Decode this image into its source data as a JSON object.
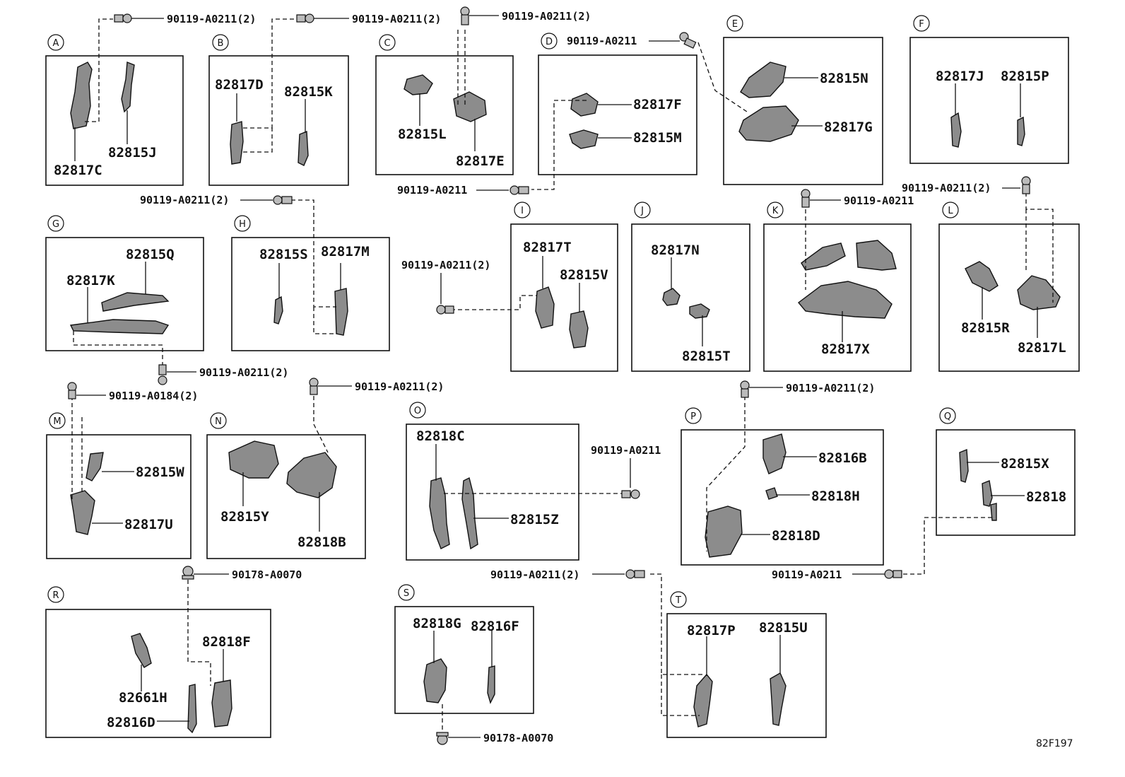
{
  "diagram_code": "82F197",
  "sections": {
    "A": {
      "letter": "A",
      "parts": [
        "82817C",
        "82815J"
      ]
    },
    "B": {
      "letter": "B",
      "parts": [
        "82817D",
        "82815K"
      ]
    },
    "C": {
      "letter": "C",
      "parts": [
        "82815L",
        "82817E"
      ]
    },
    "D": {
      "letter": "D",
      "parts": [
        "82817F",
        "82815M"
      ]
    },
    "E": {
      "letter": "E",
      "parts": [
        "82815N",
        "82817G"
      ]
    },
    "F": {
      "letter": "F",
      "parts": [
        "82817J",
        "82815P"
      ]
    },
    "G": {
      "letter": "G",
      "parts": [
        "82815Q",
        "82817K"
      ]
    },
    "H": {
      "letter": "H",
      "parts": [
        "82815S",
        "82817M"
      ]
    },
    "I": {
      "letter": "I",
      "parts": [
        "82817T",
        "82815V"
      ]
    },
    "J": {
      "letter": "J",
      "parts": [
        "82817N",
        "82815T"
      ]
    },
    "K": {
      "letter": "K",
      "parts": [
        "82817X"
      ]
    },
    "L": {
      "letter": "L",
      "parts": [
        "82815R",
        "82817L"
      ]
    },
    "M": {
      "letter": "M",
      "parts": [
        "82815W",
        "82817U"
      ]
    },
    "N": {
      "letter": "N",
      "parts": [
        "82815Y",
        "82818B"
      ]
    },
    "O": {
      "letter": "O",
      "parts": [
        "82818C",
        "82815Z"
      ]
    },
    "P": {
      "letter": "P",
      "parts": [
        "82816B",
        "82818H",
        "82818D"
      ]
    },
    "Q": {
      "letter": "Q",
      "parts": [
        "82815X",
        "82818"
      ]
    },
    "R": {
      "letter": "R",
      "parts": [
        "82818F",
        "82661H",
        "82816D"
      ]
    },
    "S": {
      "letter": "S",
      "parts": [
        "82818G",
        "82816F"
      ]
    },
    "T": {
      "letter": "T",
      "parts": [
        "82817P",
        "82815U"
      ]
    }
  },
  "fasteners": [
    "90119-A0211(2)",
    "90119-A0211(2)",
    "90119-A0211(2)",
    "90119-A0211",
    "90119-A0211",
    "90119-A0211(2)",
    "90119-A0211(2)",
    "90119-A0211",
    "90119-A0211(2)",
    "90119-A0211(2)",
    "90119-A0184(2)",
    "90119-A0211(2)",
    "90119-A0211",
    "90119-A0211(2)",
    "90178-A0070",
    "90119-A0211(2)",
    "90119-A0211",
    "90178-A0070"
  ]
}
